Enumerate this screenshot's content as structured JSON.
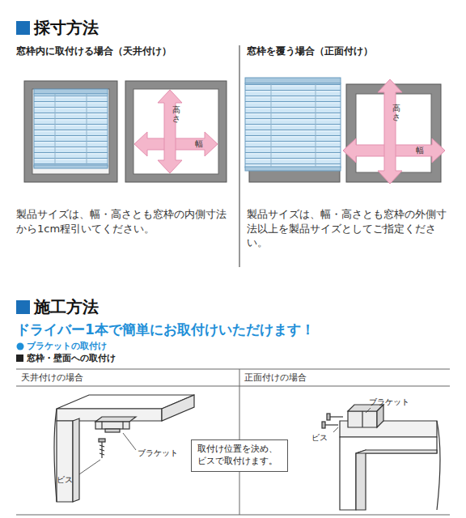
{
  "diagram": {
    "nodes": [
      {
        "text": [
          "取付け位置を決め、ビスで取付けます。"
        ]
      }
    ],
    "labels": [
      "採寸方法",
      "窓枠内に取付ける場合（天井付け）",
      "窓枠を覆う場合（正面付け）",
      "高さ",
      "幅",
      "高さ",
      "幅",
      "製品サイズは、幅・高さとも窓枠の内側寸法から1cm程引いてください。",
      "製品サイズは、幅・高さとも窓枠の外側寸法以上を製品サイズとしてご指定ください。",
      "施工方法",
      "ドライバー1本で簡単にお取付けいただけます！",
      "ブラケットの取付け",
      "窓枠・壁面への取付け",
      "天井付けの場合",
      "正面付けの場合",
      "ブラケット",
      "ビス",
      "ブラケット",
      "ビス"
    ]
  }
}
